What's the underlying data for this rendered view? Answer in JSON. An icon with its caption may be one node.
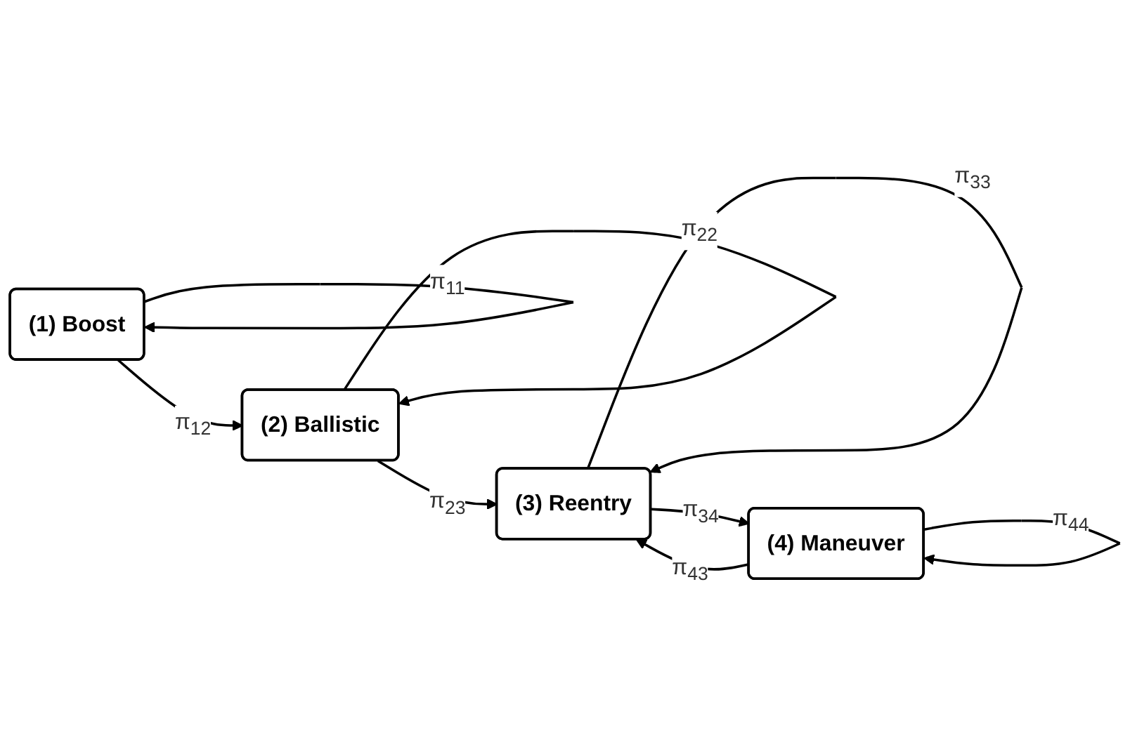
{
  "diagram": {
    "nodes": [
      {
        "text": [
          "(1) Boost"
        ]
      },
      {
        "text": [
          "(2) Ballistic"
        ]
      },
      {
        "text": [
          "(3) Reentry"
        ]
      },
      {
        "text": [
          "(4) Maneuver"
        ]
      }
    ],
    "edges": [
      {
        "from": 0,
        "to": 0,
        "arrow": "to",
        "label": "π$_{11}$"
      },
      {
        "from": 0,
        "to": 1,
        "arrow": "to",
        "label": "π$_{12}$"
      },
      {
        "from": 1,
        "to": 1,
        "arrow": "to",
        "label": "π$_{22}$"
      },
      {
        "from": 1,
        "to": 2,
        "arrow": "to",
        "label": "π$_{23}$"
      },
      {
        "from": 2,
        "to": 2,
        "arrow": "to",
        "label": "π$_{33}$"
      },
      {
        "from": 2,
        "to": 3,
        "arrow": "to",
        "label": "π$_{34}$"
      },
      {
        "from": 3,
        "to": 2,
        "arrow": "to",
        "label": "π$_{43}$"
      },
      {
        "from": 3,
        "to": 3,
        "arrow": "to",
        "label": "π$_{44}$"
      }
    ]
  }
}
